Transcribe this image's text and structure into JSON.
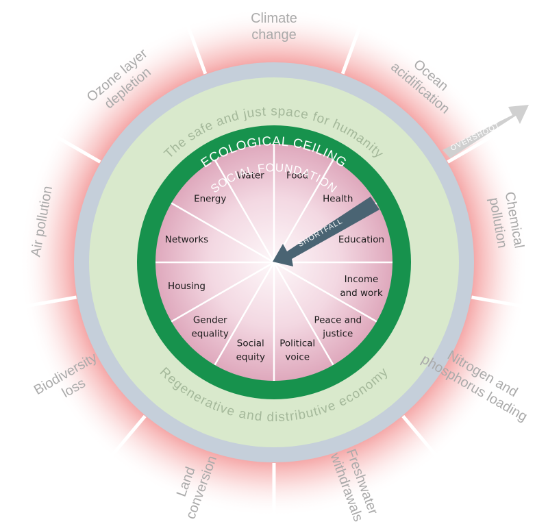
{
  "colors": {
    "background": "#ffffff",
    "overshoot_glow": "#f08a8a",
    "ceiling_ring": "#c5cfda",
    "safe_space": "#d9e9cc",
    "foundation_ring": "#17924d",
    "inner_core_center": "#fdf7f9",
    "inner_core_edge": "#dfa9bd",
    "divider": "#ffffff",
    "outer_text": "#aaaaaa",
    "safe_space_text": "#a4b89a",
    "shortfall_arrow": "#4a6473",
    "overshoot_arrow": "#d0d0d0"
  },
  "ecological_ceiling": {
    "label": "ECOLOGICAL CEILING",
    "dimensions": [
      [
        "Climate",
        "change"
      ],
      [
        "Ocean",
        "acidification"
      ],
      [
        "Chemical",
        "pollution"
      ],
      [
        "Nitrogen and",
        "phosphorus loading"
      ],
      [
        "Freshwater",
        "withdrawals"
      ],
      [
        "Land",
        "conversion"
      ],
      [
        "Biodiversity",
        "loss"
      ],
      [
        "Air pollution"
      ],
      [
        "Ozone layer",
        "depletion"
      ]
    ]
  },
  "safe_space": {
    "top_label": "The safe and just space for humanity",
    "bottom_label": "Regenerative and distributive economy"
  },
  "social_foundation": {
    "label": "SOCIAL FOUNDATION",
    "dimensions": [
      [
        "Food"
      ],
      [
        "Health"
      ],
      [
        "Education"
      ],
      [
        "Income",
        "and work"
      ],
      [
        "Peace and",
        "justice"
      ],
      [
        "Political",
        "voice"
      ],
      [
        "Social",
        "equity"
      ],
      [
        "Gender",
        "equality"
      ],
      [
        "Housing"
      ],
      [
        "Networks"
      ],
      [
        "Energy"
      ],
      [
        "Water"
      ]
    ]
  },
  "arrows": {
    "overshoot": "OVERSHOOT",
    "shortfall": "SHORTFALL"
  }
}
